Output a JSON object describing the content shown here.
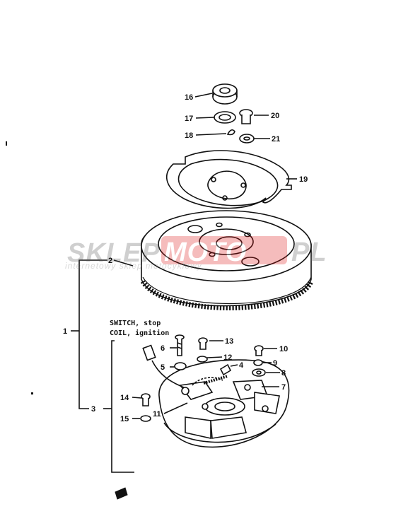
{
  "diagram": {
    "callouts": [
      "1",
      "2",
      "3",
      "4",
      "5",
      "6",
      "7",
      "8",
      "9",
      "10",
      "11",
      "12",
      "13",
      "14",
      "15",
      "16",
      "17",
      "18",
      "19",
      "20",
      "21"
    ],
    "captions": {
      "switch_stop": "SWITCH, stop",
      "coil_ignition": "COIL, ignition"
    },
    "watermark": {
      "main_left": "SKLEP",
      "main_right": "MOTO",
      "main_suffix": "PL",
      "tagline": "internetowy sklep motocyklowy"
    }
  }
}
